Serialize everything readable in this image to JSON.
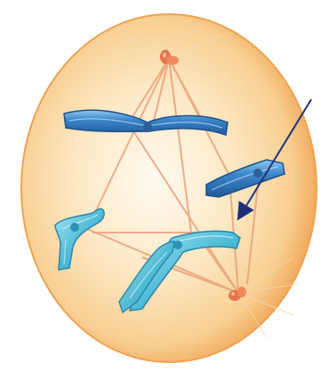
{
  "image": {
    "subject": "cell-division-spindle",
    "colors": {
      "background": "#ffffff",
      "cell_rim": "#f3b46a",
      "cell_core": "#fdf1d8",
      "spindle_fiber": "#e69a78",
      "centrosome": "#e8734d",
      "chromosome_dark": "#2f6fb3",
      "chromosome_light": "#5cc2dc",
      "arrow": "#1f2f7a"
    },
    "icons": [
      "centrosome-top",
      "centrosome-bottom",
      "annotation-arrow"
    ]
  }
}
